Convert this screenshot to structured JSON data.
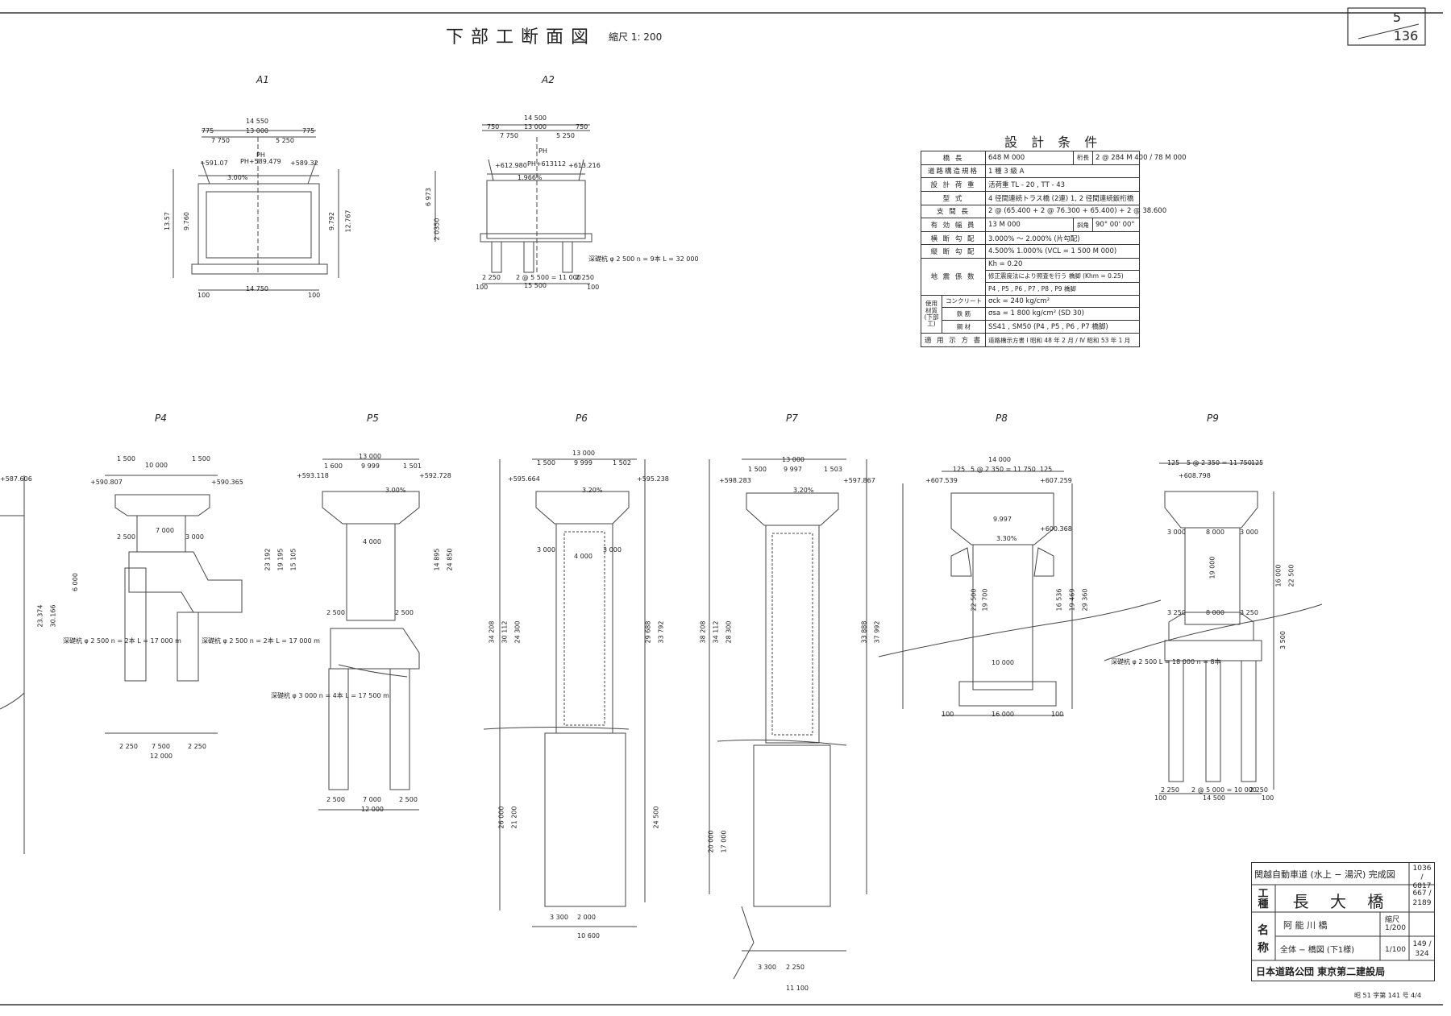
{
  "sheet": {
    "title": "下部工断面図",
    "scale": "縮尺 1: 200",
    "sheet_number_top": "5",
    "sheet_number_bottom": "136"
  },
  "sections": [
    {
      "label": "A1"
    },
    {
      "label": "A2"
    },
    {
      "label": "P4"
    },
    {
      "label": "P5"
    },
    {
      "label": "P6"
    },
    {
      "label": "P7"
    },
    {
      "label": "P8"
    },
    {
      "label": "P9"
    }
  ],
  "a1_dims": {
    "top_total": "14 550",
    "top_parts": [
      "775",
      "13 000",
      "775"
    ],
    "sub_parts": [
      "7 750",
      "5 250"
    ],
    "pier_head": "PH",
    "levels": [
      "+591.07",
      "PH+589.479",
      "+589.32"
    ],
    "slope": "3.00%",
    "heights": [
      "13.57",
      "9.760",
      "9.792",
      "12.767"
    ],
    "bottom_total": "14 750",
    "bottom_edges": [
      "100",
      "100"
    ]
  },
  "a2_dims": {
    "top_total": "14 500",
    "top_parts": [
      "750",
      "13 000",
      "750"
    ],
    "sub_parts": [
      "7 750",
      "5 250"
    ],
    "pier_head": "PH",
    "levels": [
      "+612.980",
      "PH+613112",
      "+613.216"
    ],
    "slope": "1.966%",
    "pile_note": "深礎杭 φ 2 500 n = 9本 L = 32 000",
    "pile_spacing": "2 @ 5 500 = 11 000",
    "edges": [
      "2 250",
      "2 250"
    ],
    "bottom_total": "15 500",
    "bottom_edges": [
      "100",
      "100"
    ],
    "left_heights": [
      "6 973",
      "2 0350"
    ]
  },
  "p4_dims": {
    "top_total": "10 000",
    "top_parts": [
      "1 500",
      "1 500"
    ],
    "levels": [
      "+590.807",
      "+590.365"
    ],
    "widths": [
      "7 000",
      "2 500",
      "3 000",
      "6 000"
    ],
    "pile_left": "深礎杭 φ 2 500 n = 2本 L = 17 000 m",
    "pile_right": "深礎杭 φ 2 500 n = 2本 L = 17 000 m",
    "bottom_parts": [
      "2 250",
      "7 500",
      "2 250"
    ],
    "bottom_total": "12 000",
    "far_left_levels": [
      "+587.606"
    ],
    "heights": [
      "23.374",
      "30.166"
    ]
  },
  "p5_dims": {
    "top_total": "13 000",
    "top_parts": [
      "1 600",
      "9 999",
      "1 501"
    ],
    "levels": [
      "+593.118",
      "+592.728"
    ],
    "slope": "3.00%",
    "widths": [
      "4 000",
      "2 500",
      "2 500"
    ],
    "heights": [
      "23 192",
      "19 195",
      "15 105",
      "14 895",
      "24 850"
    ],
    "pile_note": "深礎杭 φ 3 000 n = 4本 L = 17 500 m",
    "bottom_parts": [
      "2 500",
      "7 000",
      "2 500"
    ],
    "bottom_total": "12 000"
  },
  "p6_dims": {
    "top_total": "13 000",
    "top_parts": [
      "1 500",
      "9 999",
      "1 502"
    ],
    "levels": [
      "+595.664",
      "+595.238"
    ],
    "slope": "3.20%",
    "widths": [
      "3 000",
      "4 000",
      "3 000"
    ],
    "heights": [
      "34 208",
      "30 112",
      "24 300",
      "29 688",
      "33 792",
      "26 000",
      "21 200",
      "24 500"
    ],
    "bottom_parts": [
      "3 300",
      "2 000"
    ],
    "bottom_total": "10 600"
  },
  "p7_dims": {
    "top_total": "13 000",
    "top_parts": [
      "1 500",
      "9 997",
      "1 503"
    ],
    "levels": [
      "+598.283",
      "+597.867"
    ],
    "slope": "3.20%",
    "heights": [
      "38 208",
      "34 112",
      "28 300",
      "33 888",
      "37 992",
      "20 000",
      "17 000"
    ],
    "bottom_parts": [
      "3 300",
      "2 250"
    ],
    "bottom_total": "11 100"
  },
  "p8_dims": {
    "top_total": "14 000",
    "top_parts": [
      "125",
      "5 @ 2 350 = 11 750",
      "125"
    ],
    "levels": [
      "+607.539",
      "+607.259",
      "+600.368"
    ],
    "slope": "3.30%",
    "widths": [
      "9.997",
      "10 000"
    ],
    "heights": [
      "22 500",
      "19 700",
      "16 536",
      "19 469",
      "29 360"
    ],
    "bottom_total": "16 000",
    "bottom_edges": [
      "100",
      "100"
    ]
  },
  "p9_dims": {
    "top_total": "",
    "top_parts": [
      "125",
      "5 @ 2 350 = 11 750",
      "125"
    ],
    "levels": [
      "+608.798"
    ],
    "widths": [
      "3 000",
      "8 000",
      "3 000",
      "3 250",
      "8 000",
      "3 250"
    ],
    "heights": [
      "16 000",
      "22 500",
      "19 000",
      "3 500"
    ],
    "pile_note": "深礎杭 φ 2 500 L = 18 000 n = 8本",
    "pile_spacing": "2 @ 5 000 = 10 000",
    "edges": [
      "2 250",
      "2 250"
    ],
    "bottom_total": "14 500",
    "bottom_edges": [
      "100",
      "100"
    ]
  },
  "design_conditions": {
    "title": "設 計 条 件",
    "rows": [
      {
        "label": "橋 長",
        "value": "648 M 000",
        "extra_label": "桁長",
        "extra_value": "2 @ 284 M 400 / 78 M 000"
      },
      {
        "label": "道路構造規格",
        "value": "1 種 3 級 A"
      },
      {
        "label": "設 計 荷 重",
        "value": "活荷重 TL - 20 , TT - 43"
      },
      {
        "label": "型 式",
        "value": "4 径間連続トラス橋 (2連) 1, 2 径間連続鈑桁橋"
      },
      {
        "label": "支 間 長",
        "value": "2 @ (65.400 + 2 @ 76.300 + 65.400) + 2 @ 38.600"
      },
      {
        "label": "有 効 幅 員",
        "value": "13 M 000",
        "extra_label": "斜角",
        "extra_value": "90° 00' 00\""
      },
      {
        "label": "横 断 勾 配",
        "value": "3.000% ～ 2.000% (片勾配)"
      },
      {
        "label": "縦 断 勾 配",
        "value": "4.500% 1.000% (VCL = 1 500 M 000)"
      },
      {
        "label": "地 震 係 数",
        "value": "Kh = 0.20",
        "value2": "修正震度法により照査を行う 橋脚 (Khm = 0.25)",
        "value3": "P4 , P5 , P6 , P7 , P8 , P9 橋脚"
      },
      {
        "label": "使用材質 (下部工)",
        "sub": "コンクリート",
        "value": "σck = 240 kg/cm²"
      },
      {
        "label": "",
        "sub": "鉄 筋",
        "value": "σsa = 1 800 kg/cm² (SD 30)"
      },
      {
        "label": "",
        "sub": "鋼 材",
        "value": "SS41 , SM50 (P4 , P5 , P6 , P7 橋脚)"
      },
      {
        "label": "適 用 示 方 書",
        "value": "道路橋示方書 Ⅰ 昭和 48 年 2 月 / Ⅳ 昭和 53 年 1 月"
      }
    ]
  },
  "title_block": {
    "project": "関越自動車道 (水上 − 湯沢) 完成図",
    "project_code": "1036 / 6817",
    "kind_label": "工種",
    "kind_value": "長 大 橋",
    "kind_code": "667 / 2189",
    "name_label": "名称",
    "name_value": "阿 能 川 橋",
    "name_scale_label": "縮尺",
    "scale_1": "1/200",
    "drawing_value": "全体 − 橋図 (下1様)",
    "scale_2": "1/100",
    "drawing_code": "149 / 324",
    "organization": "日本道路公団 東京第二建設局",
    "footer_note": "昭 51 字第 141 号 4/4"
  }
}
